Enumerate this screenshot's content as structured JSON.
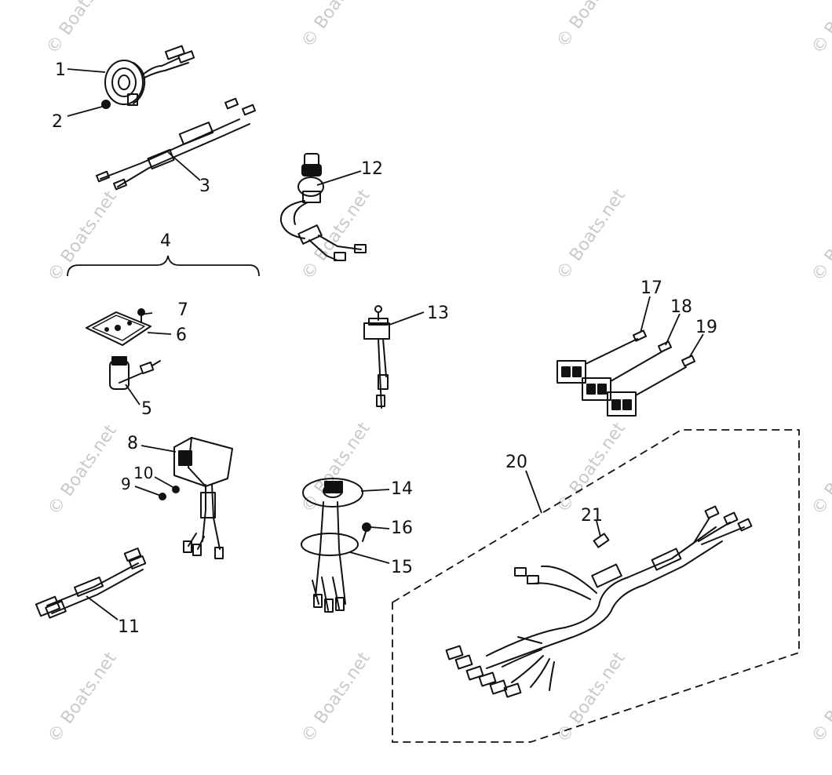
{
  "watermark": "© Boats.net",
  "callouts": {
    "c1": "1",
    "c2": "2",
    "c3": "3",
    "c4": "4",
    "c5": "5",
    "c6": "6",
    "c7": "7",
    "c8": "8",
    "c9": "9",
    "c10": "10",
    "c11": "11",
    "c12": "12",
    "c13": "13",
    "c14": "14",
    "c15": "15",
    "c16": "16",
    "c17": "17",
    "c18": "18",
    "c19": "19",
    "c20": "20",
    "c21": "21"
  }
}
